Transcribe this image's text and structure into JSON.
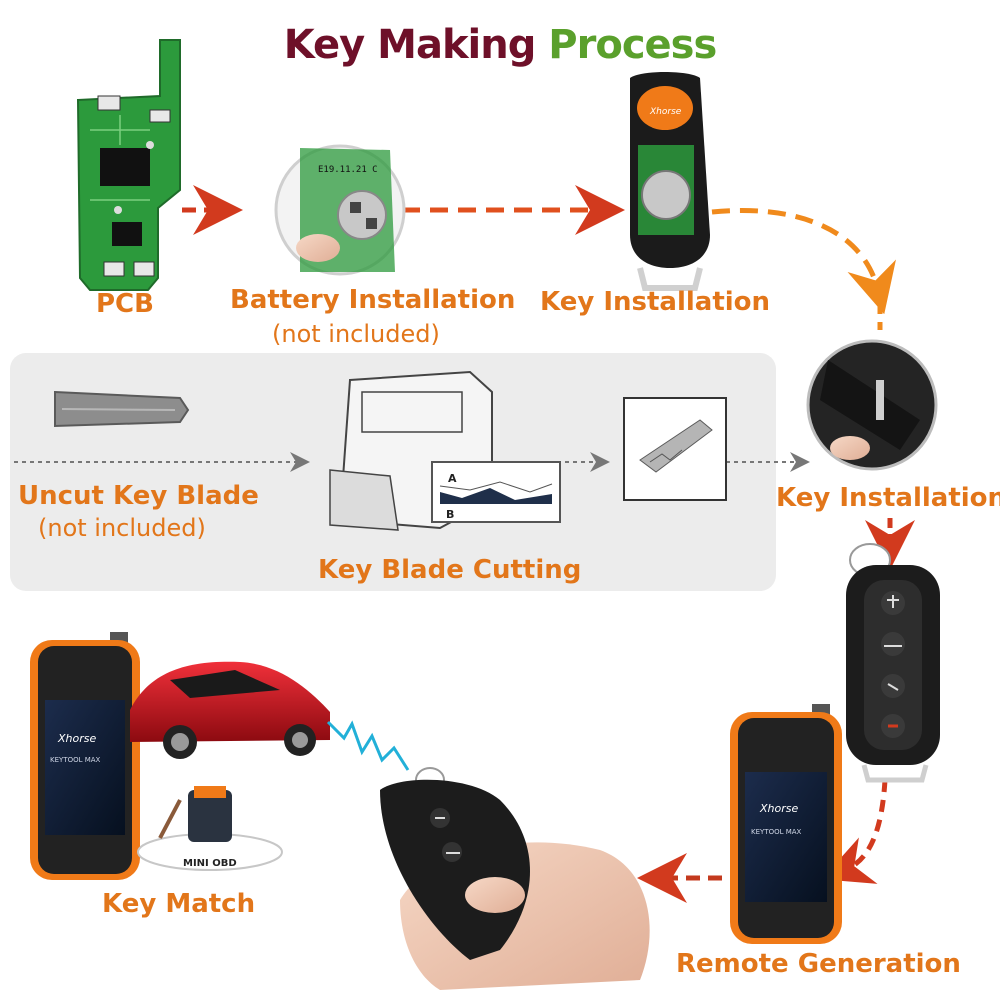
{
  "title": {
    "part1": "Key Making",
    "part2": "Process"
  },
  "steps": {
    "pcb": "PCB",
    "battery": "Battery Installation",
    "battery_note": "(not included)",
    "key_install_1": "Key Installation",
    "uncut_blade": "Uncut Key Blade",
    "uncut_note": "(not included)",
    "blade_cutting": "Key Blade Cutting",
    "key_install_2": "Key Installation",
    "remote_gen": "Remote Generation",
    "key_match": "Key Match"
  },
  "device_text": {
    "brand": "Xhorse",
    "model": "KEYTOOL MAX",
    "obd": "MINI OBD",
    "pcb_code": "E19.11.21 C",
    "profile_a": "A",
    "profile_b": "B"
  },
  "colors": {
    "label_orange": "#e2761a",
    "title_dark": "#6e1029",
    "title_green": "#5aa02c",
    "arrow_red": "#d23a1e",
    "arrow_orange": "#f08a1c",
    "pcb_green": "#2c9a3c",
    "device_orange": "#f07a18",
    "car_red": "#c8141c"
  }
}
